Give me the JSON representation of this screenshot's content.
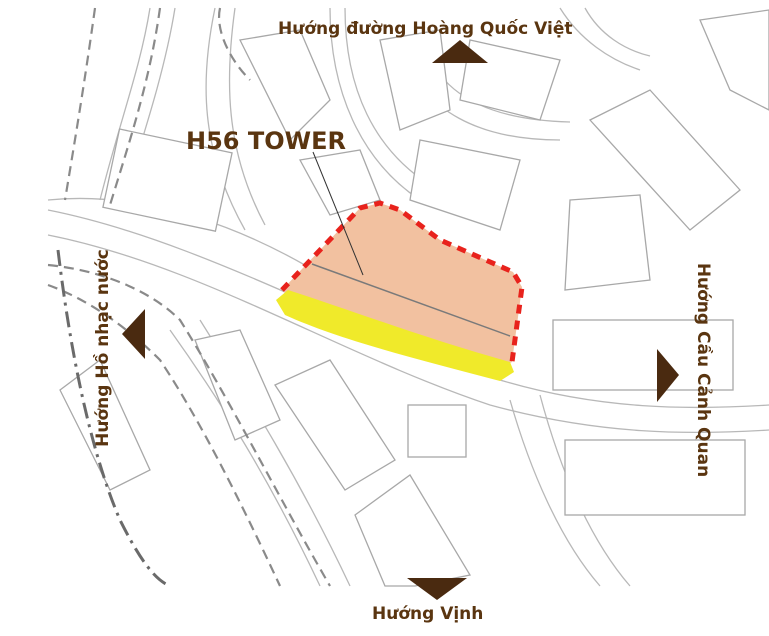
{
  "map": {
    "tower_label": "H56 TOWER",
    "directions": {
      "north": "Hướng đường Hoàng Quốc Việt",
      "south": "Hướng Vịnh",
      "west": "Hướng Hồ nhạc nước",
      "east": "Hướng Cầu Cảnh Quan"
    },
    "colors": {
      "site_fill": "#f2c1a0",
      "site_boundary": "#e8221c",
      "frontage": "#f0ea2a",
      "arrow": "#4a2a10",
      "label": "#5a3510",
      "road_line": "#8a8a8a",
      "block_line": "#aaaaaa"
    },
    "icons": [
      "arrow-up-icon",
      "arrow-down-icon",
      "arrow-left-icon",
      "arrow-right-icon"
    ]
  }
}
